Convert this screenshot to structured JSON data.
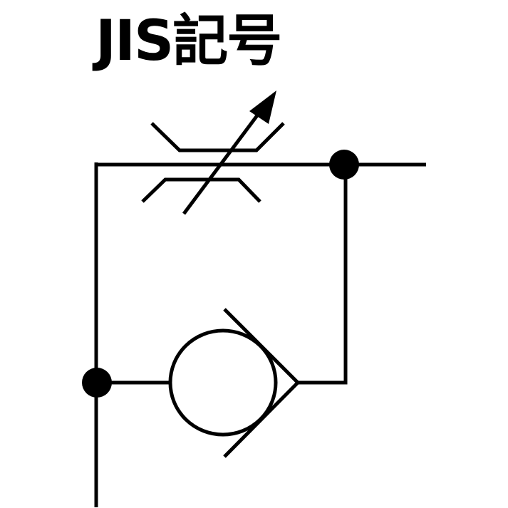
{
  "title": "JIS記号",
  "diagram": {
    "kind": "hydraulic-symbol",
    "components": [
      {
        "name": "variable-throttle-valve",
        "description": "adjustable flow restrictor with diagonal arrow"
      },
      {
        "name": "check-valve",
        "description": "ball (circle) with V-seat, flow toward right"
      },
      {
        "name": "junction-dot-top-right"
      },
      {
        "name": "junction-dot-bottom-left"
      }
    ],
    "colors": {
      "stroke": "#000000",
      "background": "#ffffff"
    }
  }
}
